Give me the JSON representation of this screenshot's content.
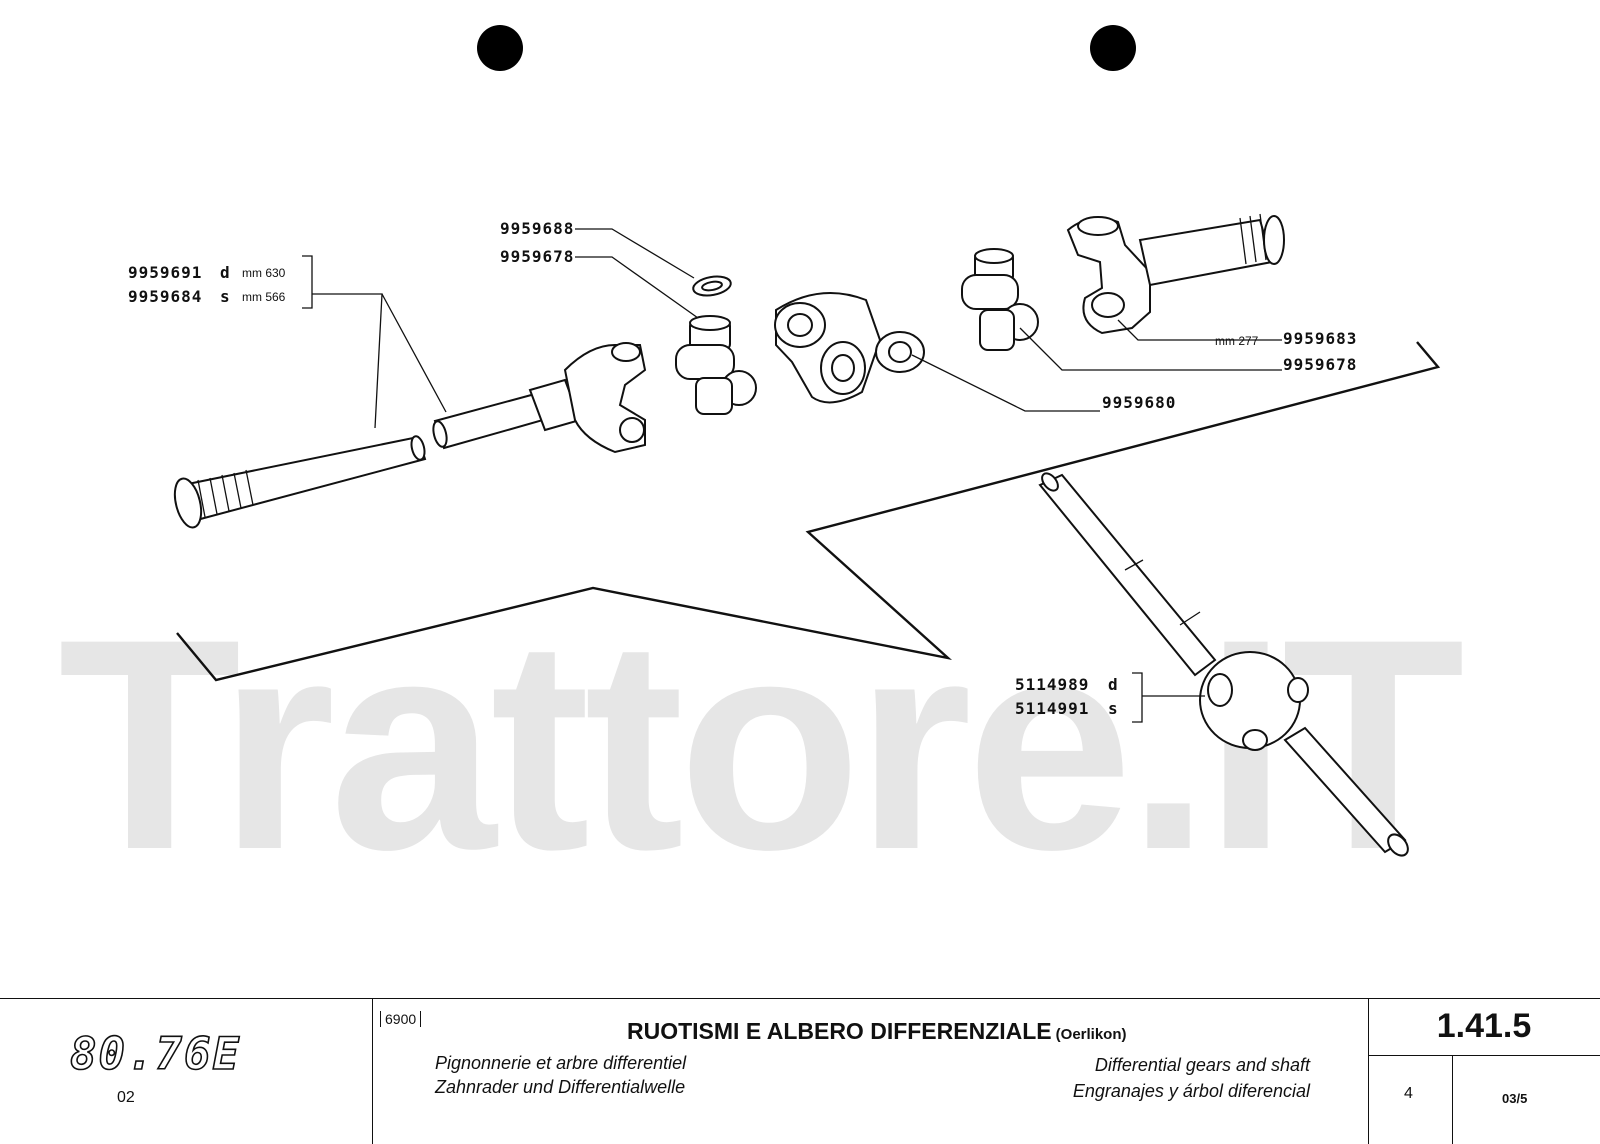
{
  "watermark": "Trattore.IT",
  "parts": {
    "shaft_left_d": {
      "code": "9959691",
      "side": "d",
      "len": "mm 630"
    },
    "shaft_left_s": {
      "code": "9959684",
      "side": "s",
      "len": "mm 566"
    },
    "ring_top": "9959688",
    "cross_left": "9959678",
    "center_yoke": "9959680",
    "shaft_right": {
      "code": "9959683",
      "len": "mm 277"
    },
    "cross_right": "9959678",
    "assembly_d": {
      "code": "5114989",
      "side": "d"
    },
    "assembly_s": {
      "code": "5114991",
      "side": "s"
    }
  },
  "footer": {
    "model_code": "80.76E",
    "model_sub": "02",
    "group_code": "6900",
    "title": "RUOTISMI E ALBERO DIFFERENZIALE",
    "title_sub": "(Oerlikon)",
    "fr": "Pignonnerie et arbre differentiel",
    "de": "Zahnrader und Differentialwelle",
    "en": "Differential gears and shaft",
    "es": "Engranajes y árbol diferencial",
    "ref": "1.41.5",
    "sheet": "4",
    "date": "03/5"
  }
}
